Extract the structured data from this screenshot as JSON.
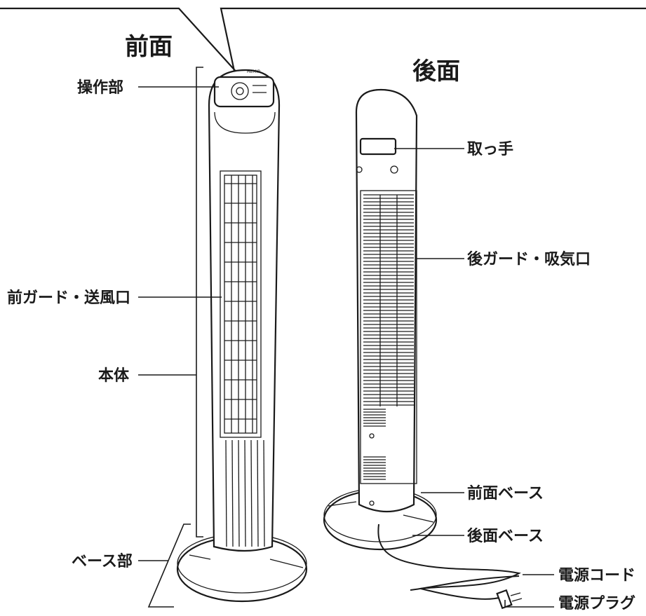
{
  "views": {
    "front": "前面",
    "rear": "後面"
  },
  "front_labels": {
    "control": "操作部",
    "front_guard": "前ガード・送風口",
    "body": "本体",
    "base": "ベース部"
  },
  "rear_labels": {
    "handle": "取っ手",
    "rear_guard": "後ガード・吸気口",
    "front_base": "前面ベース",
    "rear_base": "後面ベース",
    "cord": "電源コード",
    "plug": "電源プラグ"
  },
  "brand_mark": "HEMIR"
}
